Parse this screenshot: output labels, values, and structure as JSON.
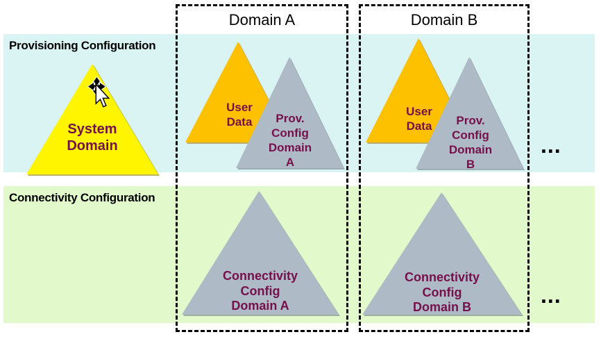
{
  "bands": {
    "provisioning": {
      "label": "Provisioning Configuration",
      "bg": "#DAF4F4"
    },
    "connectivity": {
      "label": "Connectivity Configuration",
      "bg": "#E1F9CB"
    }
  },
  "domain_columns": {
    "a": {
      "label": "Domain A"
    },
    "b": {
      "label": "Domain B"
    }
  },
  "triangles": {
    "system_domain": {
      "lines": [
        "System",
        "Domain"
      ],
      "color": "#FFF500"
    },
    "user_data_a": {
      "lines": [
        "User",
        "Data"
      ],
      "color": "#FDC100"
    },
    "prov_config_a": {
      "lines": [
        "Prov.",
        "Config",
        "Domain",
        "A"
      ],
      "color": "#AEBAC5"
    },
    "user_data_b": {
      "lines": [
        "User",
        "Data"
      ],
      "color": "#FDC100"
    },
    "prov_config_b": {
      "lines": [
        "Prov.",
        "Config",
        "Domain",
        "B"
      ],
      "color": "#AEBAC5"
    },
    "connectivity_config_a": {
      "lines": [
        "Connectivity",
        "Config",
        "Domain A"
      ],
      "color": "#AEBAC5"
    },
    "connectivity_config_b": {
      "lines": [
        "Connectivity",
        "Config",
        "Domain B"
      ],
      "color": "#AEBAC5"
    }
  },
  "ellipsis": {
    "provisioning": "...",
    "connectivity": "..."
  },
  "colors": {
    "triangle_text": "#75104B",
    "band_text": "#000000",
    "dashed_border": "#000000"
  }
}
